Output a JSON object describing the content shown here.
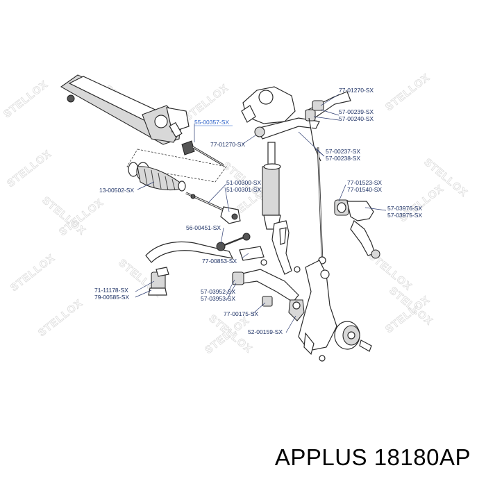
{
  "watermark": "STELLOX",
  "caption": "APPLUS 18180AP",
  "highlight_color": "#2f63c9",
  "label_color": "#1b2f63",
  "labels": {
    "l01": "77-01270-SX",
    "l02": "57-00239-SX",
    "l03": "57-00240-SX",
    "l04": "55-00357-SX",
    "l05": "77-01270-SX",
    "l06": "57-00237-SX",
    "l07": "57-00238-SX",
    "l08": "13-00502-SX",
    "l09": "51-00300-SX",
    "l10": "51-00301-SX",
    "l11": "77-01523-SX",
    "l12": "77-01540-SX",
    "l13": "57-03976-SX",
    "l14": "57-03975-SX",
    "l15": "56-00451-SX",
    "l16": "77-00853-SX",
    "l17": "71-11178-SX",
    "l18": "79-00585-SX",
    "l19": "57-03952-SX",
    "l20": "57-03953-SX",
    "l21": "77-00175-SX",
    "l22": "52-00159-SX"
  }
}
